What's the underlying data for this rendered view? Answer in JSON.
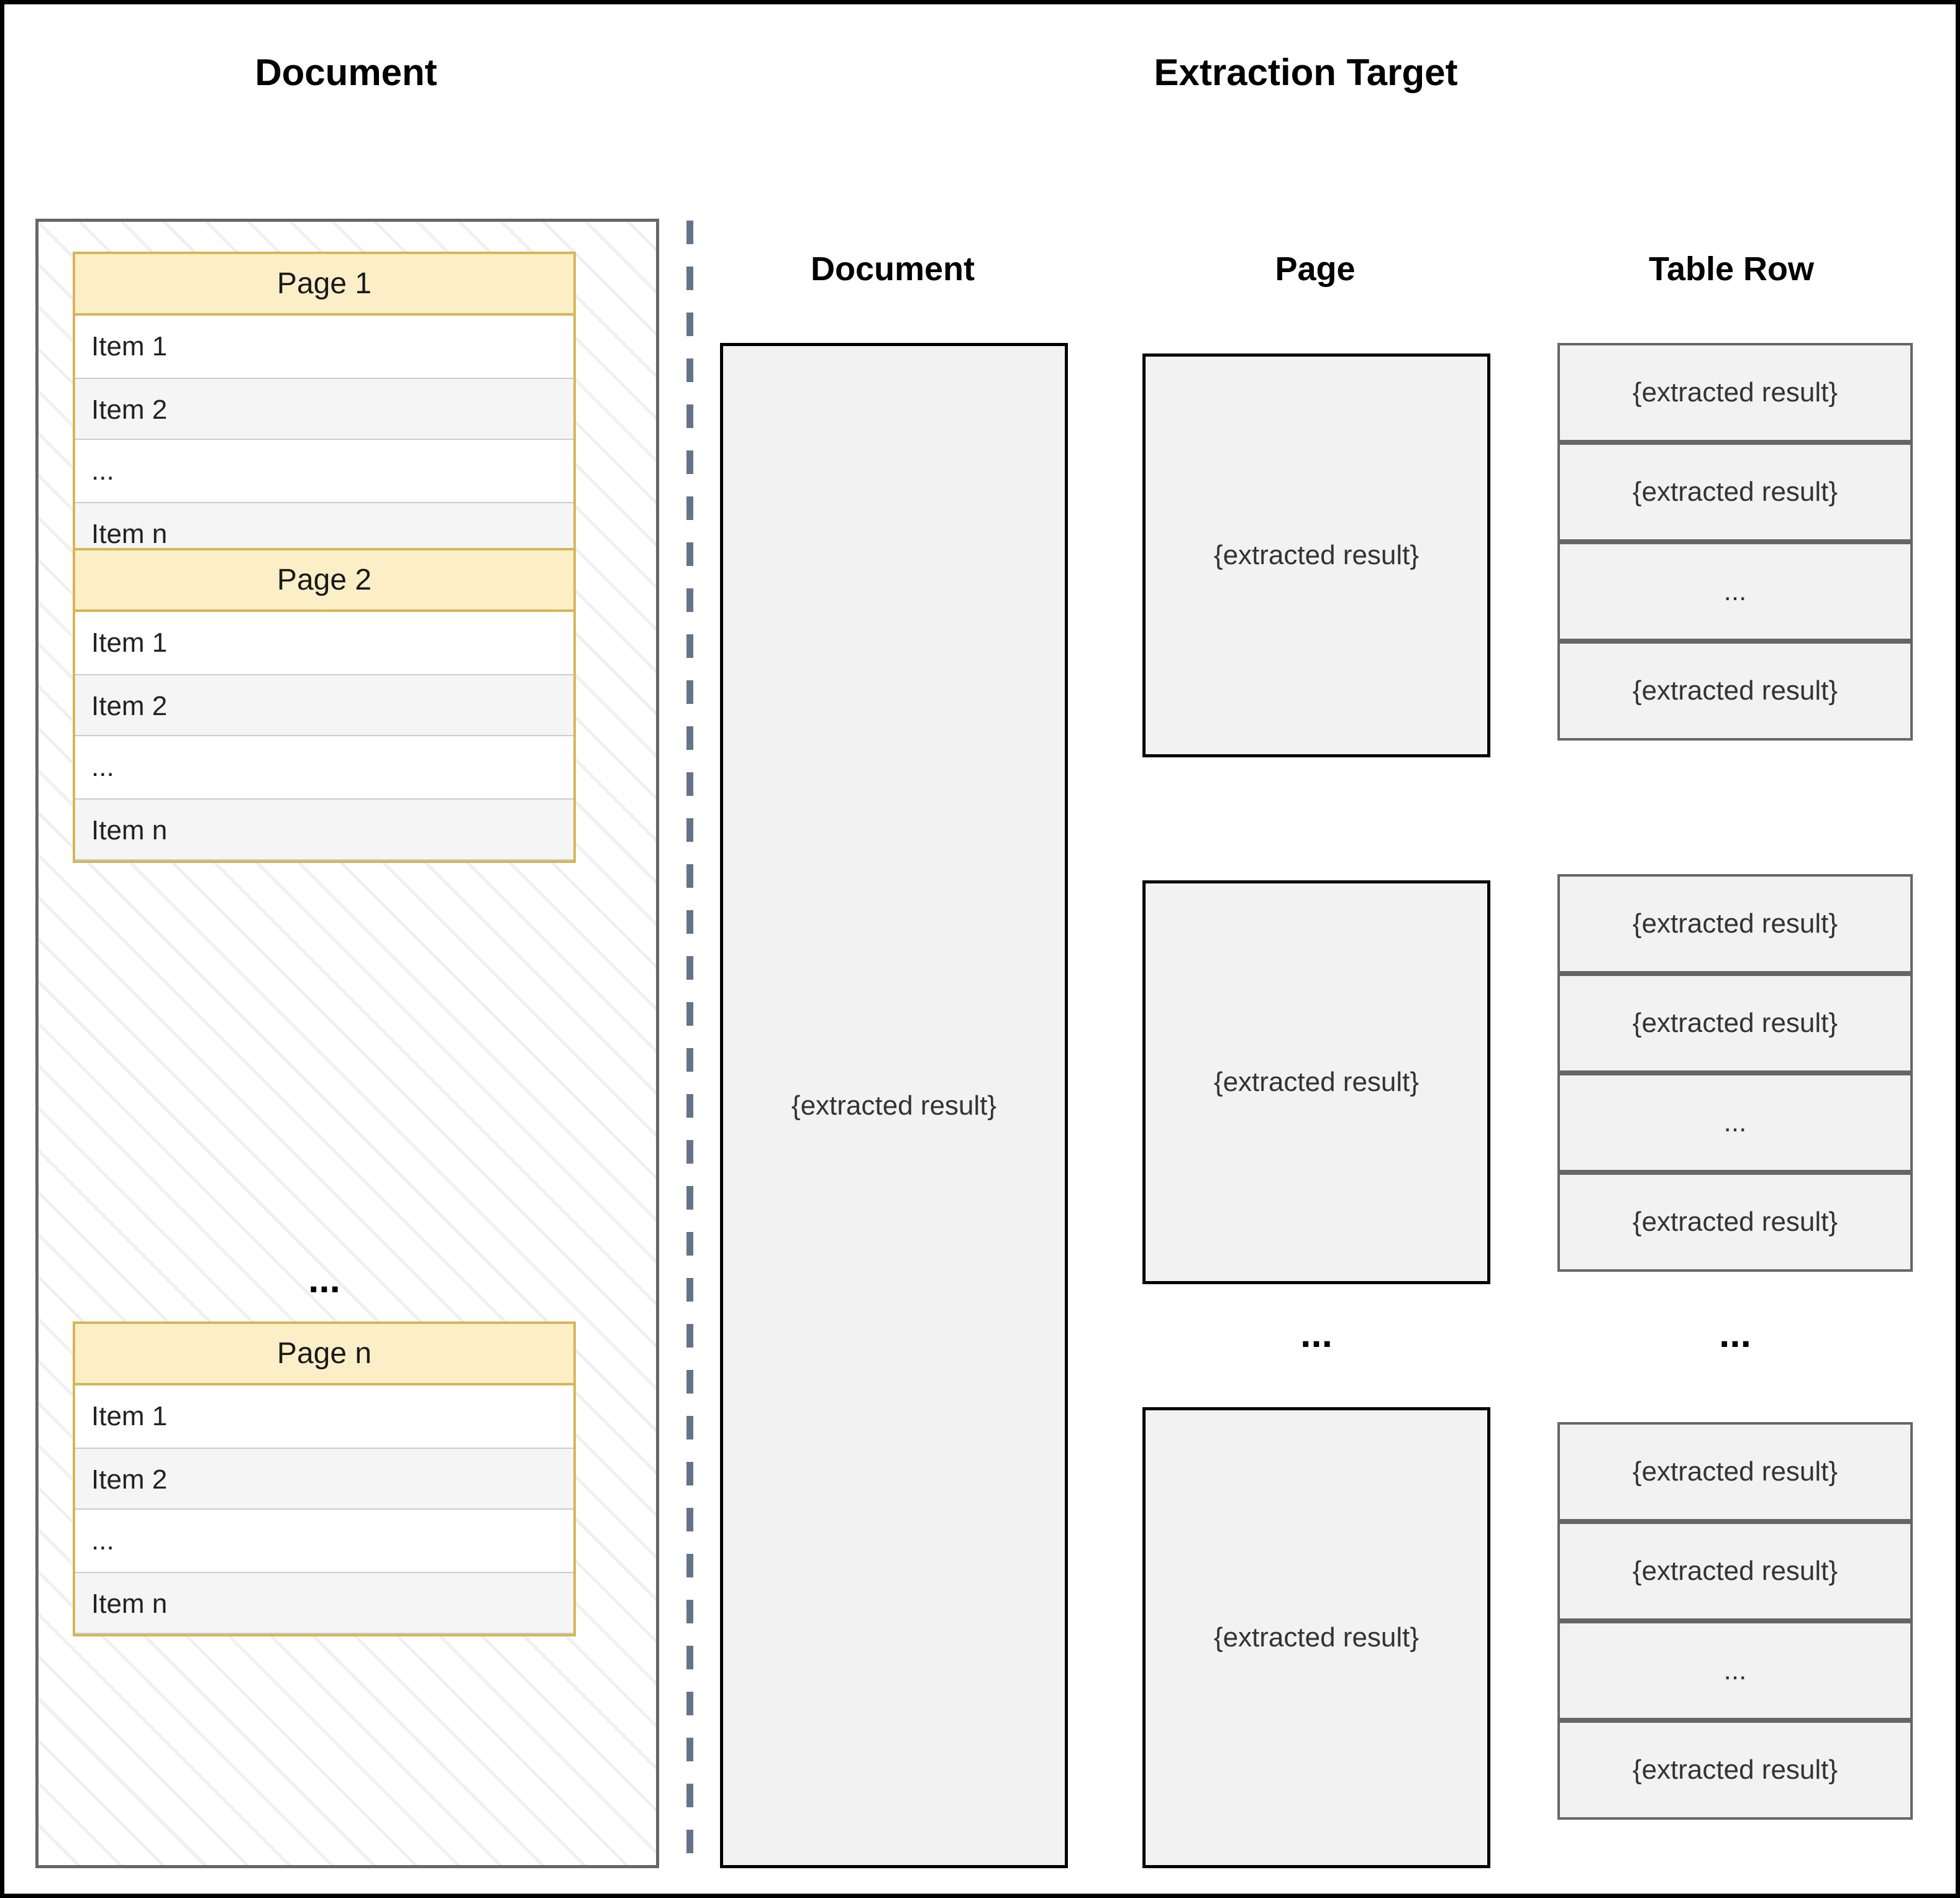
{
  "titles": {
    "left": "Document",
    "right": "Extraction Target"
  },
  "colors": {
    "frame_border": "#000000",
    "doc_container_border": "#666666",
    "page_border": "#D6B656",
    "page_header_fill": "#FCEFC7",
    "item_alt_fill": "#F5F5F5",
    "result_fill": "#F2F2F2",
    "result_border_black": "#000000",
    "result_border_grey": "#666666",
    "divider_dash": "#64748B",
    "text_dark": "#333333"
  },
  "document_panel": {
    "ellipsis": "...",
    "pages": [
      {
        "header": "Page 1",
        "items": [
          "Item 1",
          "Item 2",
          "...",
          "Item n"
        ]
      },
      {
        "header": "Page 2",
        "items": [
          "Item 1",
          "Item 2",
          "...",
          "Item n"
        ]
      },
      {
        "header": "Page n",
        "items": [
          "Item 1",
          "Item 2",
          "...",
          "Item n"
        ]
      }
    ]
  },
  "extraction_panel": {
    "columns": [
      {
        "header": "Document",
        "granularity": "document",
        "blocks": [
          {
            "cells": [
              "{extracted result}"
            ]
          }
        ],
        "ellipsis": null
      },
      {
        "header": "Page",
        "granularity": "page",
        "blocks": [
          {
            "cells": [
              "{extracted result}"
            ]
          },
          {
            "cells": [
              "{extracted result}"
            ]
          },
          {
            "cells": [
              "{extracted result}"
            ]
          }
        ],
        "ellipsis": "..."
      },
      {
        "header": "Table Row",
        "granularity": "table-row",
        "blocks": [
          {
            "cells": [
              "{extracted result}",
              "{extracted result}",
              "...",
              "{extracted result}"
            ]
          },
          {
            "cells": [
              "{extracted result}",
              "{extracted result}",
              "...",
              "{extracted result}"
            ]
          },
          {
            "cells": [
              "{extracted result}",
              "{extracted result}",
              "...",
              "{extracted result}"
            ]
          }
        ],
        "ellipsis": "..."
      }
    ]
  }
}
